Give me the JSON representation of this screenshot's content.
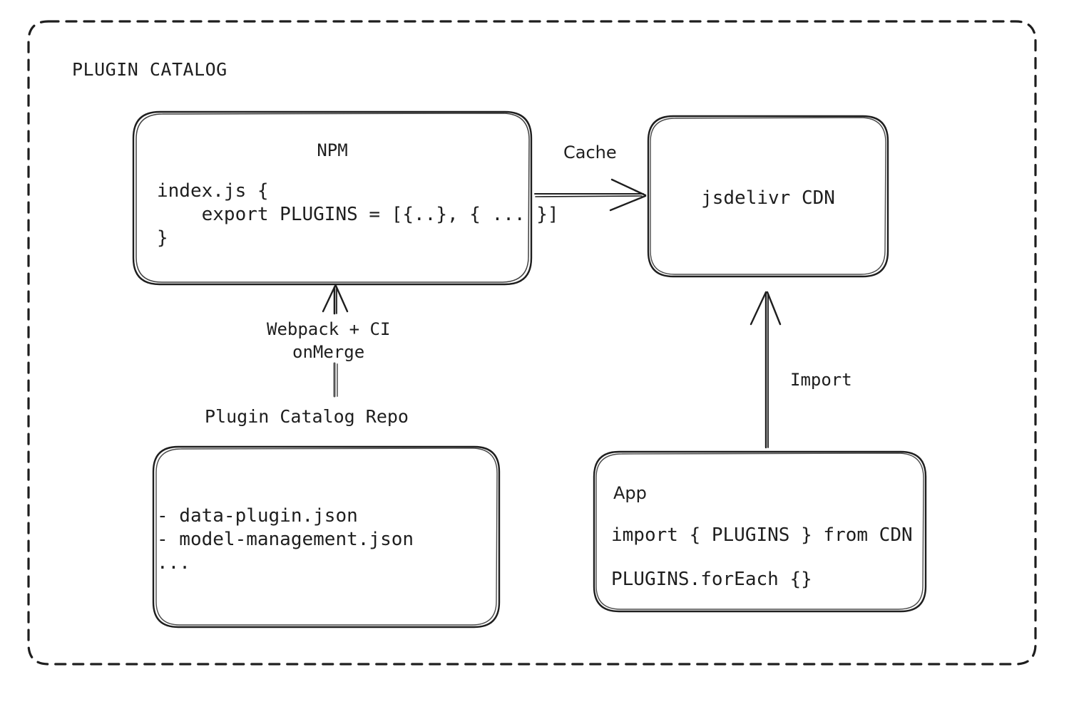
{
  "diagram": {
    "type": "architecture-flow",
    "background_color": "#ffffff",
    "stroke_color": "#1e1e1e",
    "frame": {
      "label": "PLUGIN CATALOG",
      "border_style": "dashed",
      "border_radius": 28
    },
    "nodes": [
      {
        "id": "npm",
        "title": "NPM",
        "title_align": "center",
        "lines": [
          "index.js {",
          "    export PLUGINS = [{..}, { ... }]",
          "}"
        ]
      },
      {
        "id": "cdn",
        "title": "jsdelivr CDN",
        "title_align": "center",
        "lines": []
      },
      {
        "id": "repo",
        "caption": "Plugin Catalog Repo",
        "lines": [
          "- data-plugin.json",
          "- model-management.json",
          "..."
        ]
      },
      {
        "id": "app",
        "title": "App",
        "title_align": "left",
        "lines": [
          "import { PLUGINS } from CDN",
          "PLUGINS.forEach {}"
        ]
      }
    ],
    "edges": [
      {
        "id": "npm-to-cdn",
        "label": "Cache",
        "from": "npm",
        "to": "cdn",
        "direction": "right"
      },
      {
        "id": "repo-to-npm",
        "label_line1": "Webpack + CI",
        "label_line2": "onMerge",
        "from": "repo",
        "to": "npm",
        "direction": "up"
      },
      {
        "id": "app-to-cdn",
        "label": "Import",
        "from": "app",
        "to": "cdn",
        "direction": "up"
      }
    ]
  }
}
